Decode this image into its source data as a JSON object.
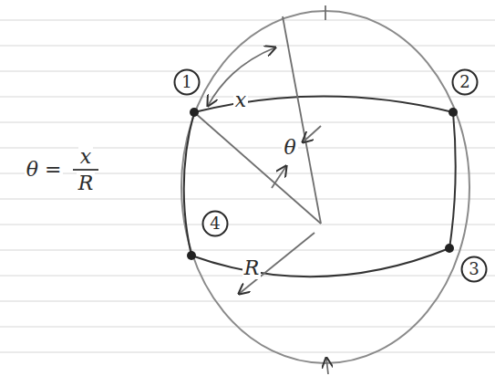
{
  "diagram": {
    "nodes": [
      {
        "text": [
          "1"
        ]
      },
      {
        "text": [
          "2"
        ]
      },
      {
        "text": [
          "3"
        ]
      },
      {
        "text": [
          "4"
        ]
      }
    ],
    "labels": [
      "x",
      "θ",
      "R",
      "θ =",
      "x",
      "R"
    ]
  }
}
